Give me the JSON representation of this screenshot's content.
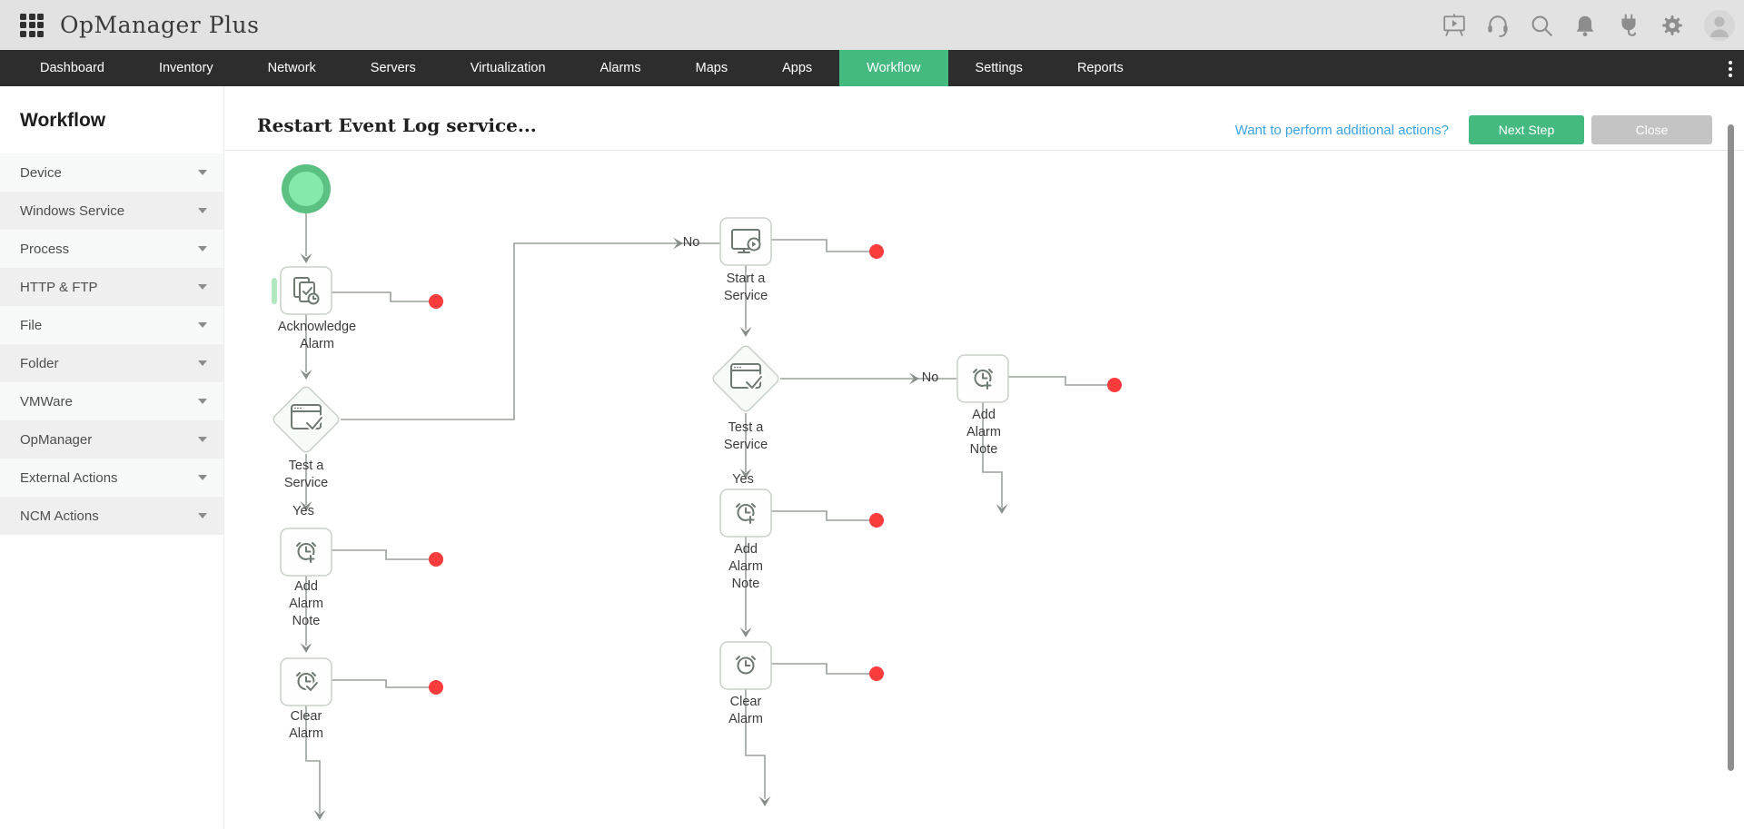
{
  "app": {
    "title": "OpManager Plus"
  },
  "topbar": {
    "icons": [
      "apps-grid-icon",
      "training-icon",
      "support-icon",
      "search-icon",
      "notifications-icon",
      "addons-icon",
      "settings-icon",
      "user-avatar"
    ]
  },
  "nav": {
    "items": [
      "Dashboard",
      "Inventory",
      "Network",
      "Servers",
      "Virtualization",
      "Alarms",
      "Maps",
      "Apps",
      "Workflow",
      "Settings",
      "Reports"
    ],
    "active_item": "Workflow"
  },
  "sidebar": {
    "title": "Workflow",
    "items": [
      "Device",
      "Windows Service",
      "Process",
      "HTTP & FTP",
      "File",
      "Folder",
      "VMWare",
      "OpManager",
      "External Actions",
      "NCM Actions"
    ]
  },
  "toolbar": {
    "title": "Restart Event Log service...",
    "link_label": "Want to perform additional actions?",
    "next_step_label": "Next Step",
    "close_label": "Close"
  },
  "workflow": {
    "start_node": "start",
    "nodes": [
      {
        "id": "acknowledge-alarm",
        "icon": "acknowledge-alarm-icon",
        "lines": [
          "Acknowledge",
          "Alarm"
        ]
      },
      {
        "id": "test-a-service-1",
        "icon": "test-service-icon",
        "lines": [
          "Test a",
          "Service"
        ]
      },
      {
        "id": "add-alarm-note-1",
        "icon": "add-alarm-note-icon",
        "lines": [
          "Add",
          "Alarm",
          "Note"
        ]
      },
      {
        "id": "clear-alarm-1",
        "icon": "clear-alarm-icon",
        "lines": [
          "Clear",
          "Alarm"
        ]
      },
      {
        "id": "start-a-service",
        "icon": "start-service-icon",
        "lines": [
          "Start a",
          "Service"
        ]
      },
      {
        "id": "test-a-service-2",
        "icon": "test-service-icon",
        "lines": [
          "Test a",
          "Service"
        ]
      },
      {
        "id": "add-alarm-note-2",
        "icon": "add-alarm-note-icon",
        "lines": [
          "Add",
          "Alarm",
          "Note"
        ]
      },
      {
        "id": "clear-alarm-2",
        "icon": "clear-alarm-icon",
        "lines": [
          "Clear",
          "Alarm"
        ]
      },
      {
        "id": "add-alarm-note-3",
        "icon": "add-alarm-note-icon",
        "lines": [
          "Add",
          "Alarm",
          "Note"
        ]
      }
    ],
    "branch_labels": {
      "no1": "No",
      "yes1": "Yes",
      "no2": "No",
      "yes2": "Yes"
    }
  },
  "colors": {
    "accent_green": "#45ba80",
    "start_node_green": "#85e9ac",
    "link_blue": "#39a3e2",
    "error_red": "#fa3c3c",
    "close_gray": "#c4c4c4",
    "nav_dark": "#2d2d2d",
    "topbar_gray": "#e2e2e2"
  }
}
